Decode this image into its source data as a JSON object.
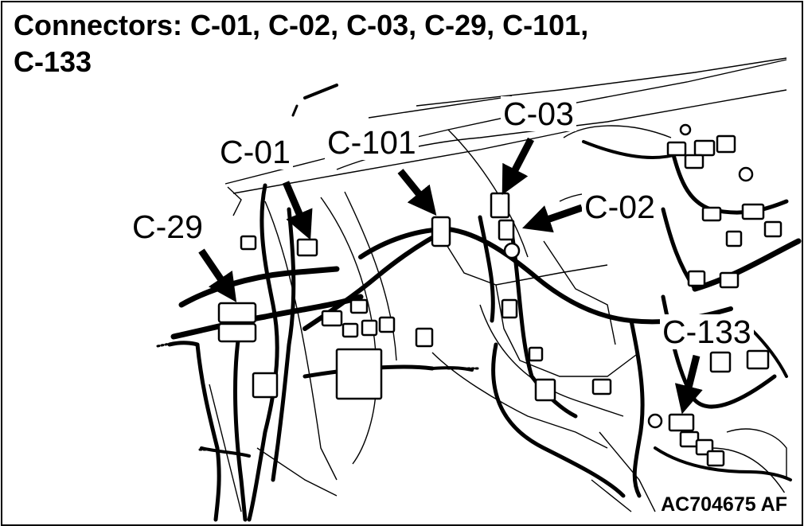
{
  "title_line1": "Connectors: C-01, C-02, C-03, C-29, C-101,",
  "title_line2": "C-133",
  "labels": {
    "c01": "C-01",
    "c101": "C-101",
    "c03": "C-03",
    "c02": "C-02",
    "c29": "C-29",
    "c133": "C-133"
  },
  "figure_code": "AC704675",
  "figure_suffix": "AF"
}
